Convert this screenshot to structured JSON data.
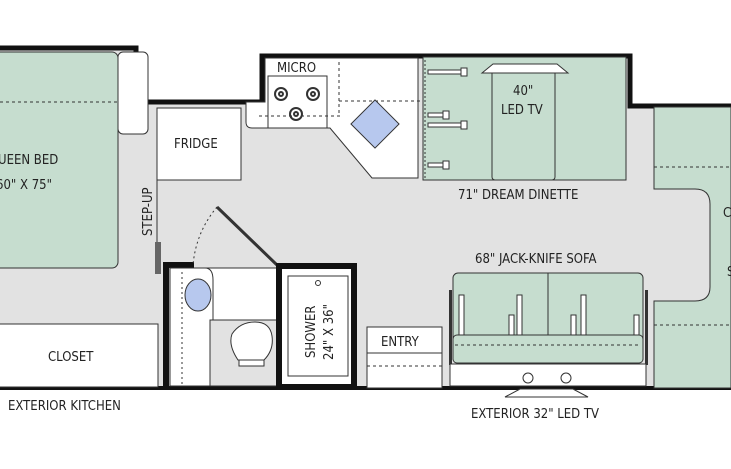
{
  "labels": {
    "micro": "MICRO",
    "fridge": "FRIDGE",
    "bed_line1": "UEEN BED",
    "bed_line2": "60\" X 75\"",
    "step_up": "STEP-UP",
    "closet": "CLOSET",
    "shower_line1": "SHOWER",
    "shower_line2": "24\" X 36\"",
    "entry": "ENTRY",
    "tv_line1": "40\"",
    "tv_line2": "LED TV",
    "dinette": "71\" DREAM DINETTE",
    "sofa": "68\" JACK-KNIFE SOFA",
    "exterior_kitchen": "EXTERIOR KITCHEN",
    "exterior_tv": "EXTERIOR 32\" LED TV",
    "cab_fragment_1": "C",
    "cab_fragment_2": "S"
  },
  "colors": {
    "floor": "#e2e2e2",
    "furniture_green": "#c6ddcf",
    "water_blue": "#b7c8ee",
    "wall": "#111111"
  }
}
